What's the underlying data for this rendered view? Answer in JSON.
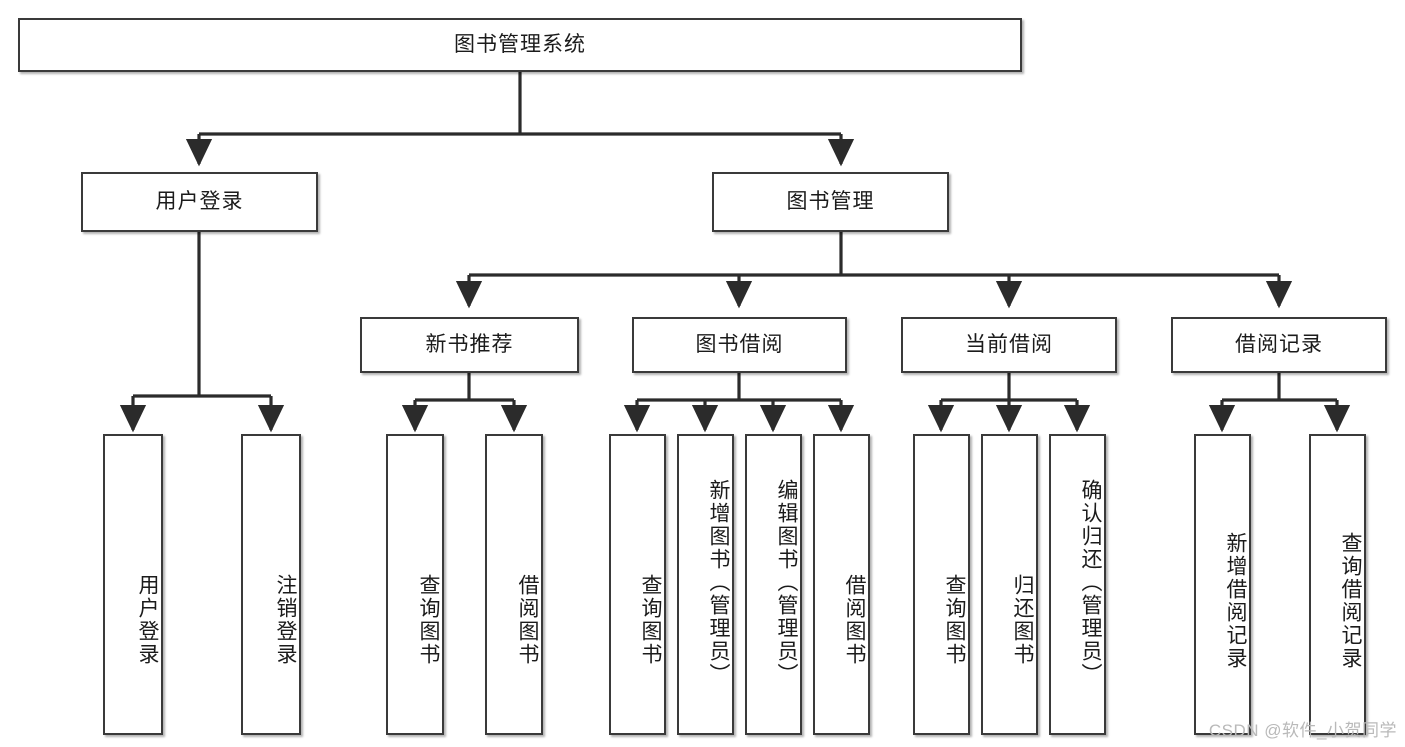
{
  "diagram": {
    "title_node": {
      "label": "图书管理系统"
    },
    "level2": [
      {
        "id": "user-login",
        "label": "用户登录"
      },
      {
        "id": "book-management",
        "label": "图书管理"
      }
    ],
    "level3": [
      {
        "id": "new-book-recommend",
        "label": "新书推荐"
      },
      {
        "id": "book-borrow",
        "label": "图书借阅"
      },
      {
        "id": "current-borrow",
        "label": "当前借阅"
      },
      {
        "id": "borrow-record",
        "label": "借阅记录"
      }
    ],
    "leaves": {
      "user_login": [
        {
          "id": "leaf-user-login",
          "label": "用户登录"
        },
        {
          "id": "leaf-logout-login",
          "label": "注销登录"
        }
      ],
      "new_book_recommend": [
        {
          "id": "leaf-query-book-1",
          "label": "查询图书"
        },
        {
          "id": "leaf-borrow-book-1",
          "label": "借阅图书"
        }
      ],
      "book_borrow": [
        {
          "id": "leaf-query-book-2",
          "label": "查询图书"
        },
        {
          "id": "leaf-add-book",
          "label": "新增图书（管理员）"
        },
        {
          "id": "leaf-edit-book",
          "label": "编辑图书（管理员）"
        },
        {
          "id": "leaf-borrow-book-2",
          "label": "借阅图书"
        }
      ],
      "current_borrow": [
        {
          "id": "leaf-query-book-3",
          "label": "查询图书"
        },
        {
          "id": "leaf-return-book",
          "label": "归还图书"
        },
        {
          "id": "leaf-confirm-return",
          "label": "确认归还（管理员）"
        }
      ],
      "borrow_record": [
        {
          "id": "leaf-add-record",
          "label": "新增借阅记录"
        },
        {
          "id": "leaf-query-record",
          "label": "查询借阅记录"
        }
      ]
    }
  },
  "watermark": {
    "text": "CSDN @软件_小贺同学"
  },
  "colors": {
    "border": "#3a3a3a",
    "text": "#1b1b1b",
    "background": "#ffffff",
    "connector": "#2b2b2b",
    "watermark": "#b9b9b9"
  }
}
